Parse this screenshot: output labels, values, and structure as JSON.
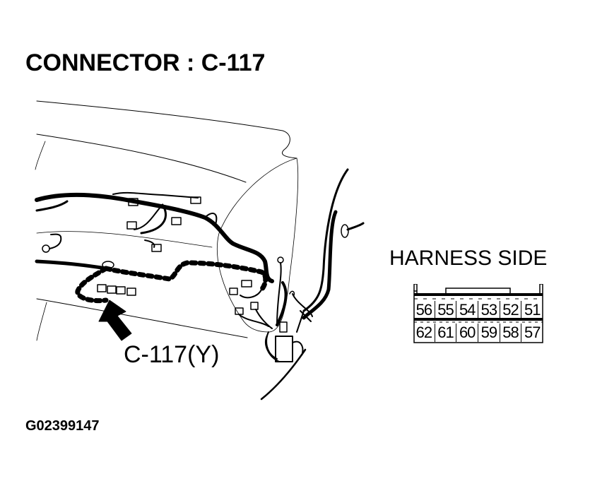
{
  "header": {
    "title": "CONNECTOR : C-117"
  },
  "drawing": {
    "callout_label": "C-117(Y)",
    "pointer": "arrow-up-right"
  },
  "harness_view": {
    "label": "HARNESS SIDE",
    "rows": [
      [
        "56",
        "55",
        "54",
        "53",
        "52",
        "51"
      ],
      [
        "62",
        "61",
        "60",
        "59",
        "58",
        "57"
      ]
    ]
  },
  "footer": {
    "figure_id": "G02399147"
  }
}
